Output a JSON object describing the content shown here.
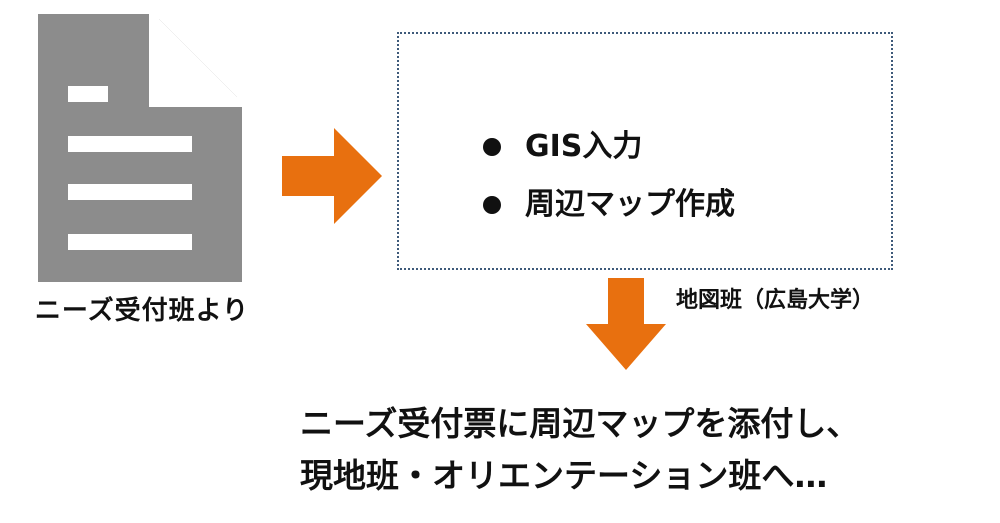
{
  "source_document": {
    "label": "ニーズ受付班より",
    "icon": "document-icon"
  },
  "task_box": {
    "items": [
      {
        "label": "GIS入力"
      },
      {
        "label": "周辺マップ作成"
      }
    ]
  },
  "actor": {
    "label": "地図班（広島大学）"
  },
  "result": {
    "line1": "ニーズ受付票に周辺マップを添付し、",
    "line2": "現地班・オリエンテーション班へ…"
  },
  "colors": {
    "document_gray": "#8c8c8c",
    "arrow_orange": "#e8700f",
    "box_border": "#3e5a7a"
  }
}
